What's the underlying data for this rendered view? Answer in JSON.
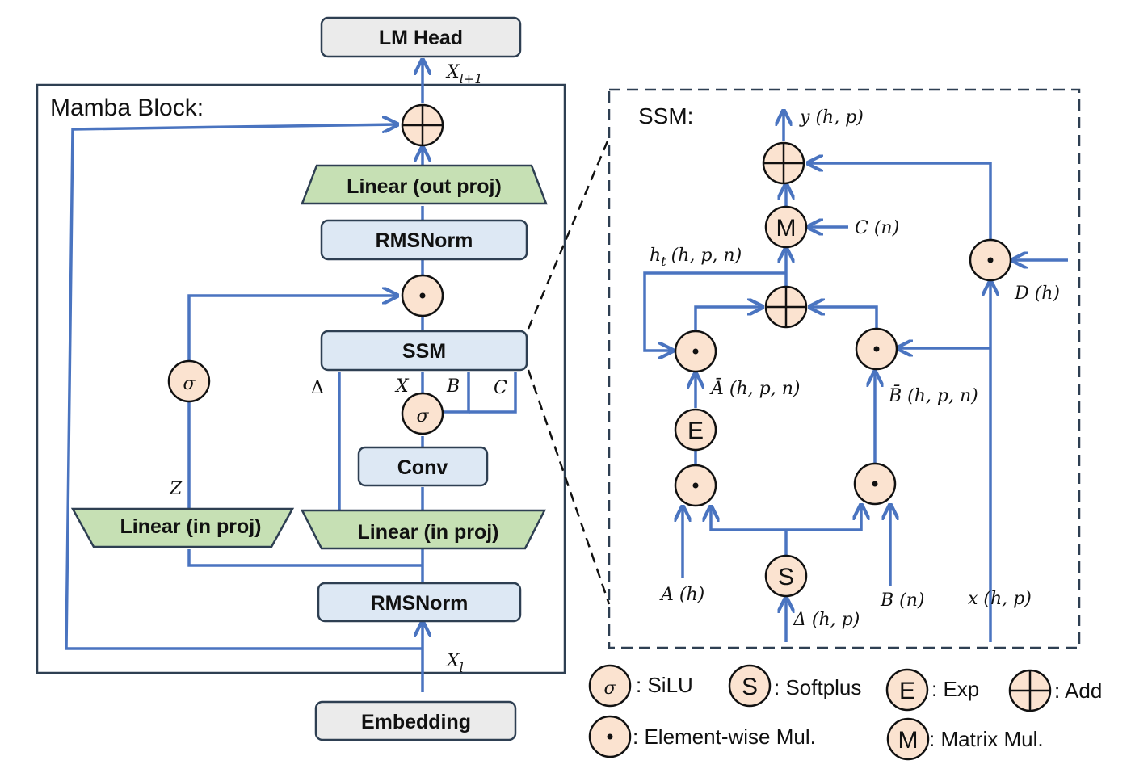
{
  "left": {
    "lm_head": "LM Head",
    "block_title": "Mamba Block:",
    "linear_out": "Linear (out proj)",
    "rmsnorm_top": "RMSNorm",
    "ssm": "SSM",
    "conv": "Conv",
    "linear_in_left": "Linear (in proj)",
    "linear_in_right": "Linear (in proj)",
    "rmsnorm_bottom": "RMSNorm",
    "embedding": "Embedding",
    "x_next": "X",
    "x_next_sub": "l+1",
    "x_l": "X",
    "x_l_sub": "l",
    "z": "Z",
    "delta": "Δ",
    "x": "X",
    "b": "B",
    "c": "C"
  },
  "ssm_detail": {
    "title": "SSM:",
    "y_out": "y",
    "y_out_shape": "(h, p)",
    "c_in": "C",
    "c_in_shape": "(n)",
    "h_t": "h",
    "h_t_sub": "t",
    "h_t_shape": "(h, p, n)",
    "d_in": "D",
    "d_in_shape": "(h)",
    "a_bar": "Ā",
    "a_bar_shape": "(h, p, n)",
    "b_bar": "B̄",
    "b_bar_shape": "(h, p, n)",
    "a_in": "A",
    "a_in_shape": "(h)",
    "delta_in": "Δ",
    "delta_in_shape": "(h, p)",
    "b_in": "B",
    "b_in_shape": "(n)",
    "x_in": "x",
    "x_in_shape": "(h, p)"
  },
  "symbols": {
    "sigma": "σ",
    "softplus": "S",
    "exp": "E",
    "matmul": "M",
    "dot": "·"
  },
  "legend": {
    "silu": ": SiLU",
    "softplus": ": Softplus",
    "exp": ": Exp",
    "add": ": Add",
    "elementwise": ": Element-wise Mul.",
    "matrix": ": Matrix Mul."
  },
  "colors": {
    "wire": "#4a74c0",
    "gray_box": "#ebebeb",
    "blue_box": "#dde8f4",
    "green_box": "#c6e0b4",
    "op_circle": "#fbe3d0",
    "border": "#2e3f52"
  }
}
